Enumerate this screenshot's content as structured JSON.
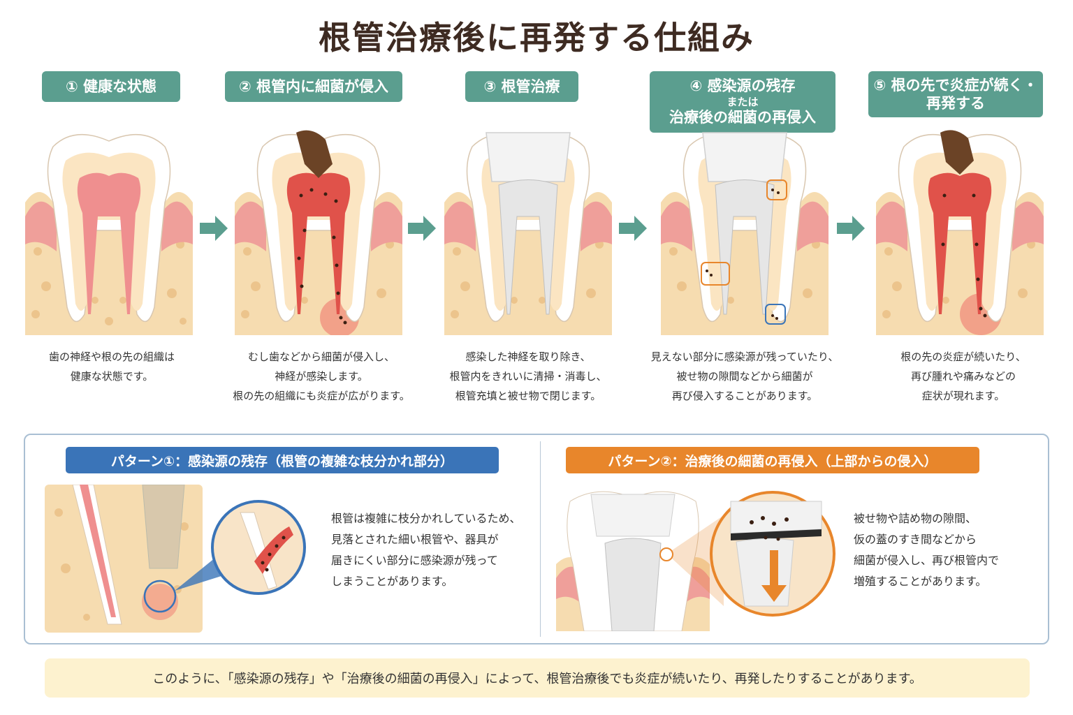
{
  "title": "根管治療後に再発する仕組み",
  "steps": [
    {
      "label": "① 健康な状態",
      "desc": [
        "歯の神経や根の先の組織は",
        "健康な状態です。"
      ]
    },
    {
      "label": "② 根管内に細菌が侵入",
      "desc": [
        "むし歯などから細菌が侵入し、",
        "神経が感染します。",
        "根の先の組織にも炎症が広がります。"
      ]
    },
    {
      "label": "③ 根管治療",
      "desc": [
        "感染した神経を取り除き、",
        "根管内をきれいに清掃・消毒し、",
        "根管充填と被せ物で閉じます。"
      ]
    },
    {
      "label": "④ 感染源の残存",
      "label_small": "または",
      "label2": "治療後の細菌の再侵入",
      "desc": [
        "見えない部分に感染源が残っていたり、",
        "被せ物の隙間などから細菌が",
        "再び侵入することがあります。"
      ]
    },
    {
      "label": "⑤ 根の先で炎症が続く・",
      "label2": "再発する",
      "desc": [
        "根の先の炎症が続いたり、",
        "再び腫れや痛みなどの",
        "症状が現れます。"
      ]
    }
  ],
  "patterns": [
    {
      "label": "パターン①：感染源の残存（根管の複雑な枝分かれ部分）",
      "text": [
        "根管は複雑に枝分かれしているため、",
        "見落とされた細い根管や、器具が",
        "届きにくい部分に感染源が残って",
        "しまうことがあります。"
      ]
    },
    {
      "label": "パターン②：治療後の細菌の再侵入（上部からの侵入）",
      "text": [
        "被せ物や詰め物の隙間、",
        "仮の蓋のすき間などから",
        "細菌が侵入し、再び根管内で",
        "増殖することがあります。"
      ]
    }
  ],
  "summary": "このように、「感染源の残存」や「治療後の細菌の再侵入」によって、根管治療後でも炎症が続いたり、再発したりすることがあります。",
  "colors": {
    "teal": "#5b9e8f",
    "blue": "#3a74b8",
    "orange": "#e8862b",
    "bone": "#f6dcb0",
    "gum": "#ef9f9a",
    "pulp": "#ef8f8f"
  }
}
